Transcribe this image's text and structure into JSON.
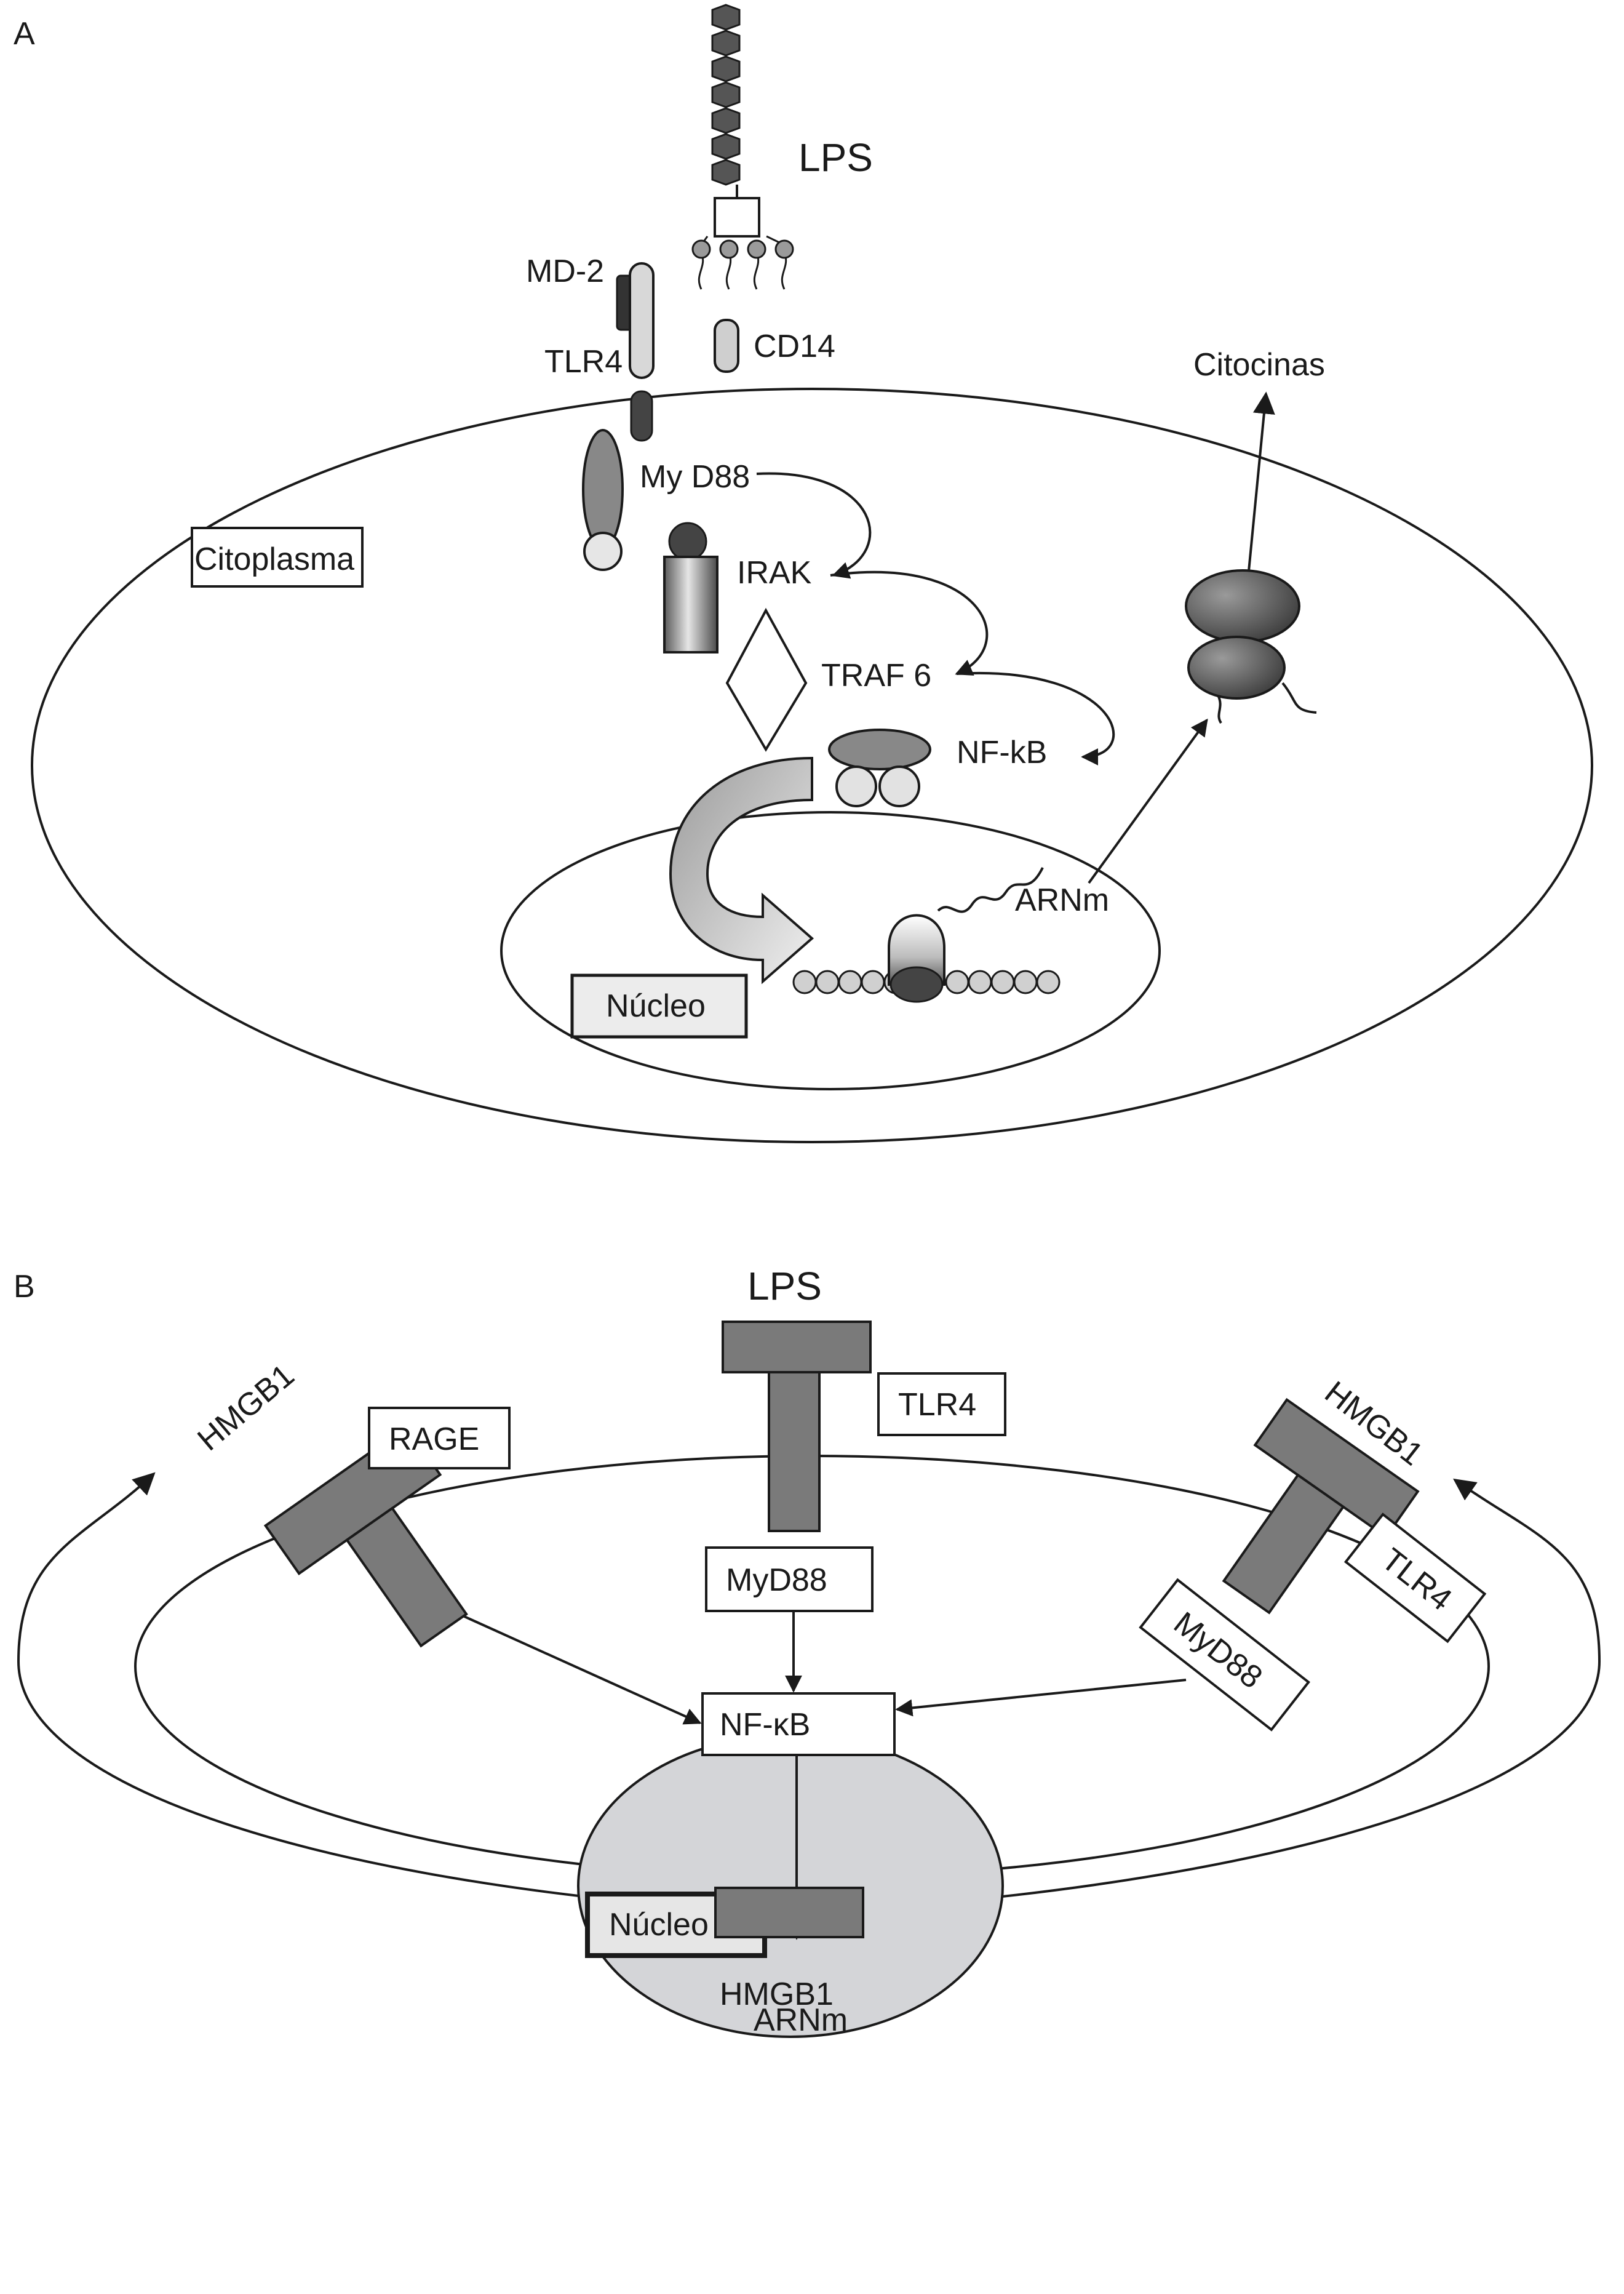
{
  "panel_a": {
    "letter": "A",
    "lps": "LPS",
    "md2": "MD-2",
    "tlr4": "TLR4",
    "cd14": "CD14",
    "myd88": "My D88",
    "irak": "IRAK",
    "traf6": "TRAF 6",
    "nfkb": "NF-kB",
    "arnm": "ARNm",
    "citocinas": "Citocinas",
    "citoplasma": "Citoplasma",
    "nucleo": "Núcleo"
  },
  "panel_b": {
    "letter": "B",
    "lps": "LPS",
    "tlr4_top": "TLR4",
    "tlr4_right": "TLR4",
    "hmgb1_left": "HMGB1",
    "hmgb1_right": "HMGB1",
    "hmgb1_bottom": "HMGB1",
    "rage": "RAGE",
    "myd88_center": "MyD88",
    "myd88_right": "MyD88",
    "nfkb": "NF-κB",
    "nucleo": "Núcleo",
    "arnm": "ARNm"
  },
  "colors": {
    "receptor_gray": "#7a7a7a",
    "nucleus_fill": "#d4d5d8",
    "line": "#1a1a1a"
  }
}
